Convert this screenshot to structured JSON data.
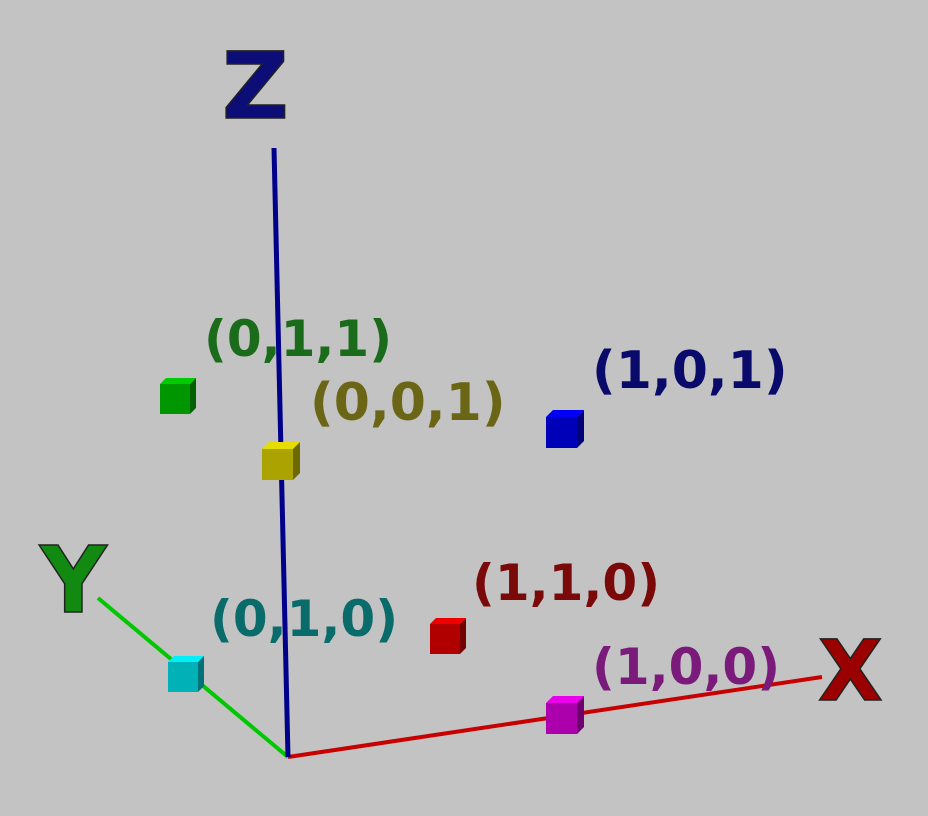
{
  "scene": {
    "background": "#c3c3c3",
    "axes": [
      {
        "id": "x",
        "label": "X",
        "color": "#c80000",
        "label_color": "#9b0000"
      },
      {
        "id": "y",
        "label": "Y",
        "color": "#00c800",
        "label_color": "#128a12"
      },
      {
        "id": "z",
        "label": "Z",
        "color": "#00008b",
        "label_color": "#0d0d78"
      }
    ],
    "points": [
      {
        "id": "p100",
        "label": "(1,0,0)",
        "color": "#cc00cc",
        "label_color": "#7a1a7a"
      },
      {
        "id": "p010",
        "label": "(0,1,0)",
        "color": "#00d0d8",
        "label_color": "#0a6b6b"
      },
      {
        "id": "p001",
        "label": "(0,0,1)",
        "color": "#c8c000",
        "label_color": "#6b6616"
      },
      {
        "id": "p110",
        "label": "(1,1,0)",
        "color": "#d00000",
        "label_color": "#7a0a0a"
      },
      {
        "id": "p101",
        "label": "(1,0,1)",
        "color": "#0000d8",
        "label_color": "#0a0a6b"
      },
      {
        "id": "p011",
        "label": "(0,1,1)",
        "color": "#00b000",
        "label_color": "#1a6b1a"
      }
    ]
  }
}
